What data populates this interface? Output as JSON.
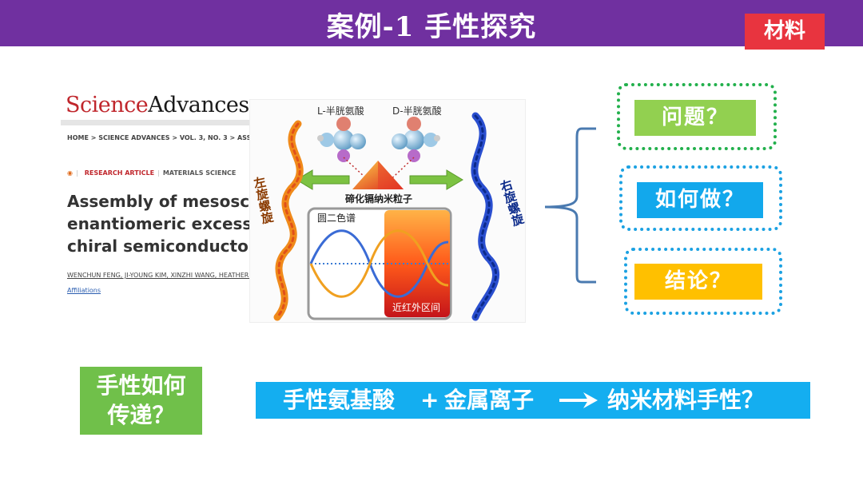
{
  "header": {
    "title": "案例-1 手性探究",
    "tag": "材料",
    "color": "#7030a0"
  },
  "article": {
    "journal_science": "Science",
    "journal_advances": "Advances",
    "breadcrumb": "HOME  >  SCIENCE ADVANCES  >  VOL. 3, NO. 3  >  ASSEMBLY OF",
    "badge_type": "RESEARCH ARTICLE",
    "badge_field": "MATERIALS SCIENCE",
    "title_lines": [
      "Assembly of mesoscale helices with",
      "enantiomeric excess and",
      "chiral semiconductors"
    ],
    "authors": "WENCHUN FENG, JI-YOUNG KIM, XINZHI WANG, HEATHER A. CALCATERRA",
    "affiliations": "Affiliations"
  },
  "diagram": {
    "l_cys": "L-半胱氨酸",
    "d_cys": "D-半胱氨酸",
    "left_helix": "左旋螺旋",
    "right_helix": "右旋螺旋",
    "particle": "碲化镉纳米粒子",
    "cd": "圆二色谱",
    "nir": "近红外区间"
  },
  "questions": [
    "问题？",
    "如何做？",
    "结论？"
  ],
  "bottom": {
    "green_line1": "手性如何",
    "green_line2": "传递？",
    "part1": "手性氨基酸",
    "plus": "+",
    "part2": "金属离子",
    "part3": "纳米材料手性？"
  }
}
